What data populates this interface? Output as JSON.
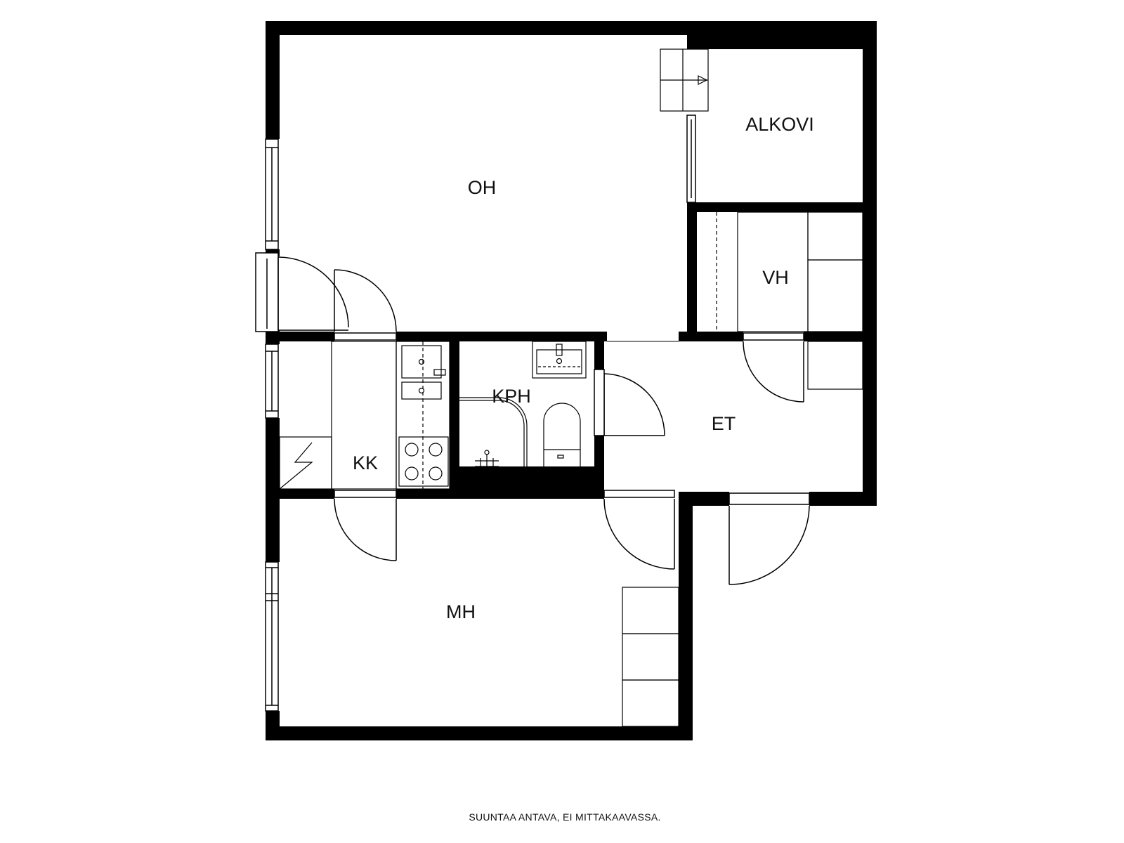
{
  "rooms": {
    "oh": "OH",
    "alkovi": "ALKOVI",
    "vh": "VH",
    "kph": "KPH",
    "kk": "KK",
    "et": "ET",
    "mh": "MH"
  },
  "footer_note": "SUUNTAA ANTAVA, EI MITTAKAAVASSA.",
  "colors": {
    "wall": "#000000",
    "line": "#000000",
    "background": "#ffffff"
  }
}
